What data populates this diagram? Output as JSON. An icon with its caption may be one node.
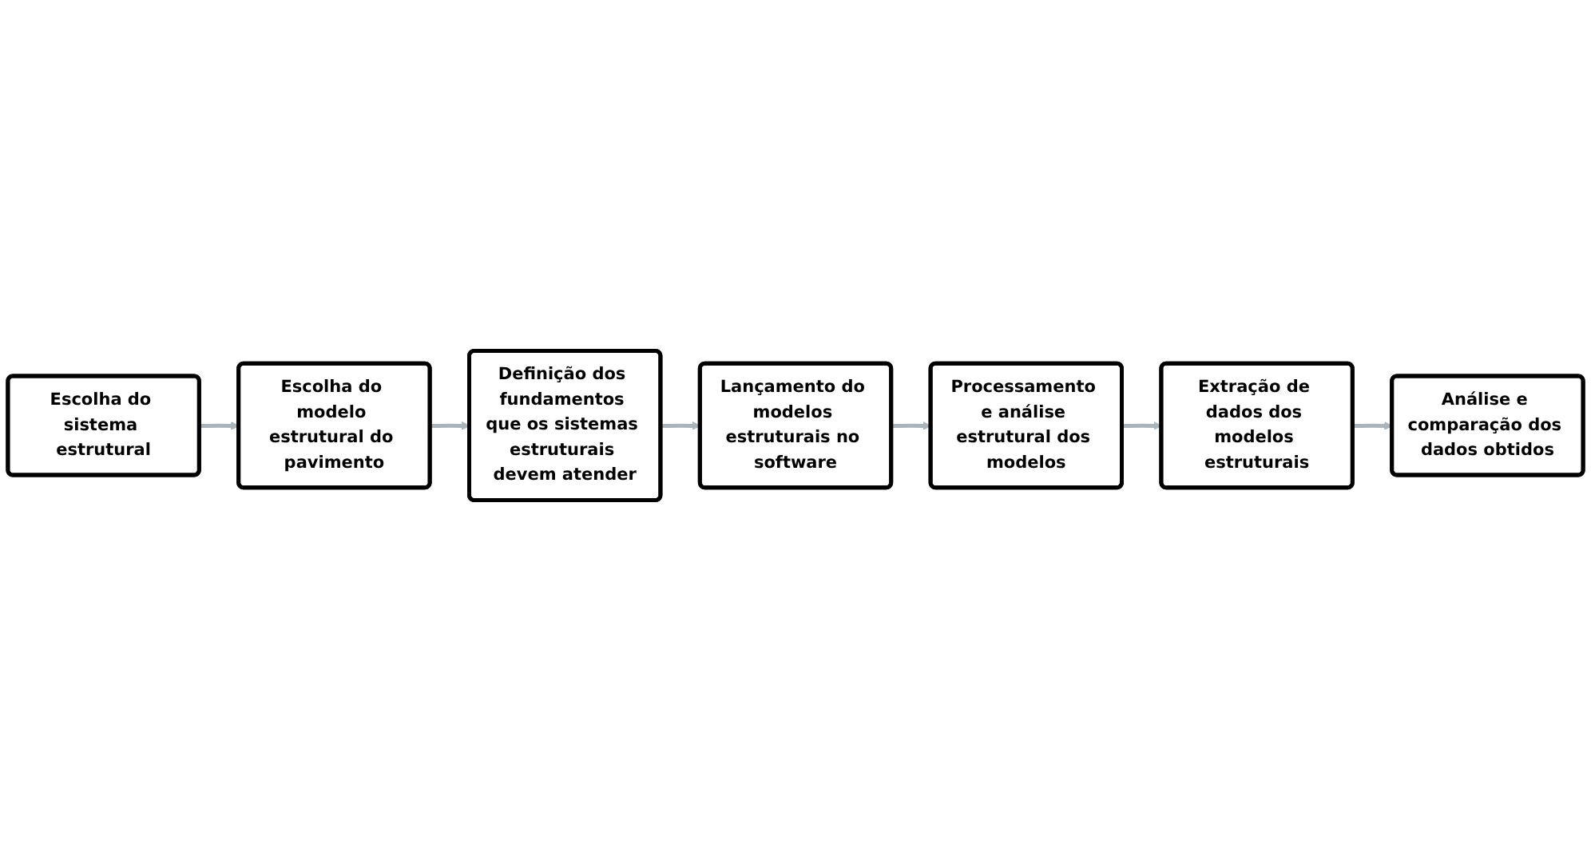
{
  "diagram": {
    "nodes": [
      {
        "text": [
          "Escolha do sistema estrutural"
        ]
      },
      {
        "text": [
          "Escolha do modelo estrutural do pavimento"
        ]
      },
      {
        "text": [
          "Definição dos fundamentos que os sistemas estruturais devem atender"
        ]
      },
      {
        "text": [
          "Lançamento do modelos estruturais no software"
        ]
      },
      {
        "text": [
          "Processamento e análise estrutural dos modelos"
        ]
      },
      {
        "text": [
          "Extração de dados dos modelos estruturais"
        ]
      },
      {
        "text": [
          "Análise e comparação dos dados obtidos"
        ]
      }
    ],
    "edges": [
      {
        "from": 0,
        "to": 1,
        "arrow": "to"
      },
      {
        "from": 1,
        "to": 2,
        "arrow": "to"
      },
      {
        "from": 2,
        "to": 3,
        "arrow": "to"
      },
      {
        "from": 3,
        "to": 4,
        "arrow": "to"
      },
      {
        "from": 4,
        "to": 5,
        "arrow": "to"
      },
      {
        "from": 5,
        "to": 6,
        "arrow": "to"
      }
    ]
  }
}
